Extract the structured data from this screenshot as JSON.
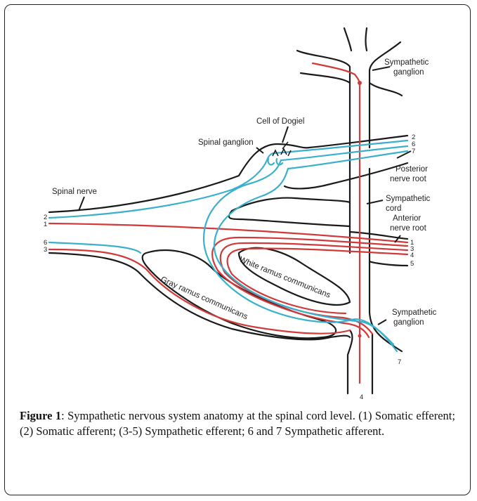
{
  "labels": {
    "sympathetic_ganglion_top": [
      "Sympathetic",
      "ganglion"
    ],
    "cell_of_dogiel": "Cell of Dogiel",
    "spinal_ganglion": "Spinal ganglion",
    "posterior_nerve_root": [
      "Posterior",
      "nerve root"
    ],
    "spinal_nerve": "Spinal nerve",
    "sympathetic_cord": [
      "Sympathetic",
      "cord"
    ],
    "anterior_nerve_root": [
      "Anterior",
      "nerve root"
    ],
    "white_ramus": "White ramus communicans",
    "gray_ramus": "Gray ramus communicans",
    "sympathetic_ganglion_bottom": [
      "Sympathetic",
      "ganglion"
    ]
  },
  "fiber_numbers": {
    "left_upper": [
      "2",
      "1"
    ],
    "left_lower": [
      "6",
      "3"
    ],
    "right_posterior": [
      "2",
      "6",
      "7"
    ],
    "right_anterior": [
      "1",
      "3",
      "4",
      "5"
    ],
    "bottom_right": "7",
    "bottom": "4"
  },
  "colors": {
    "somatic_efferent": "#d03a3a",
    "afferent": "#3ab0cc",
    "outline": "#1a1a1a"
  },
  "caption": {
    "label": "Figure 1",
    "text": ": Sympathetic nervous system anatomy at the spinal cord level. (1) Somatic efferent; (2) Somatic afferent; (3-5) Sympathetic efferent; 6 and 7 Sympathetic afferent."
  }
}
